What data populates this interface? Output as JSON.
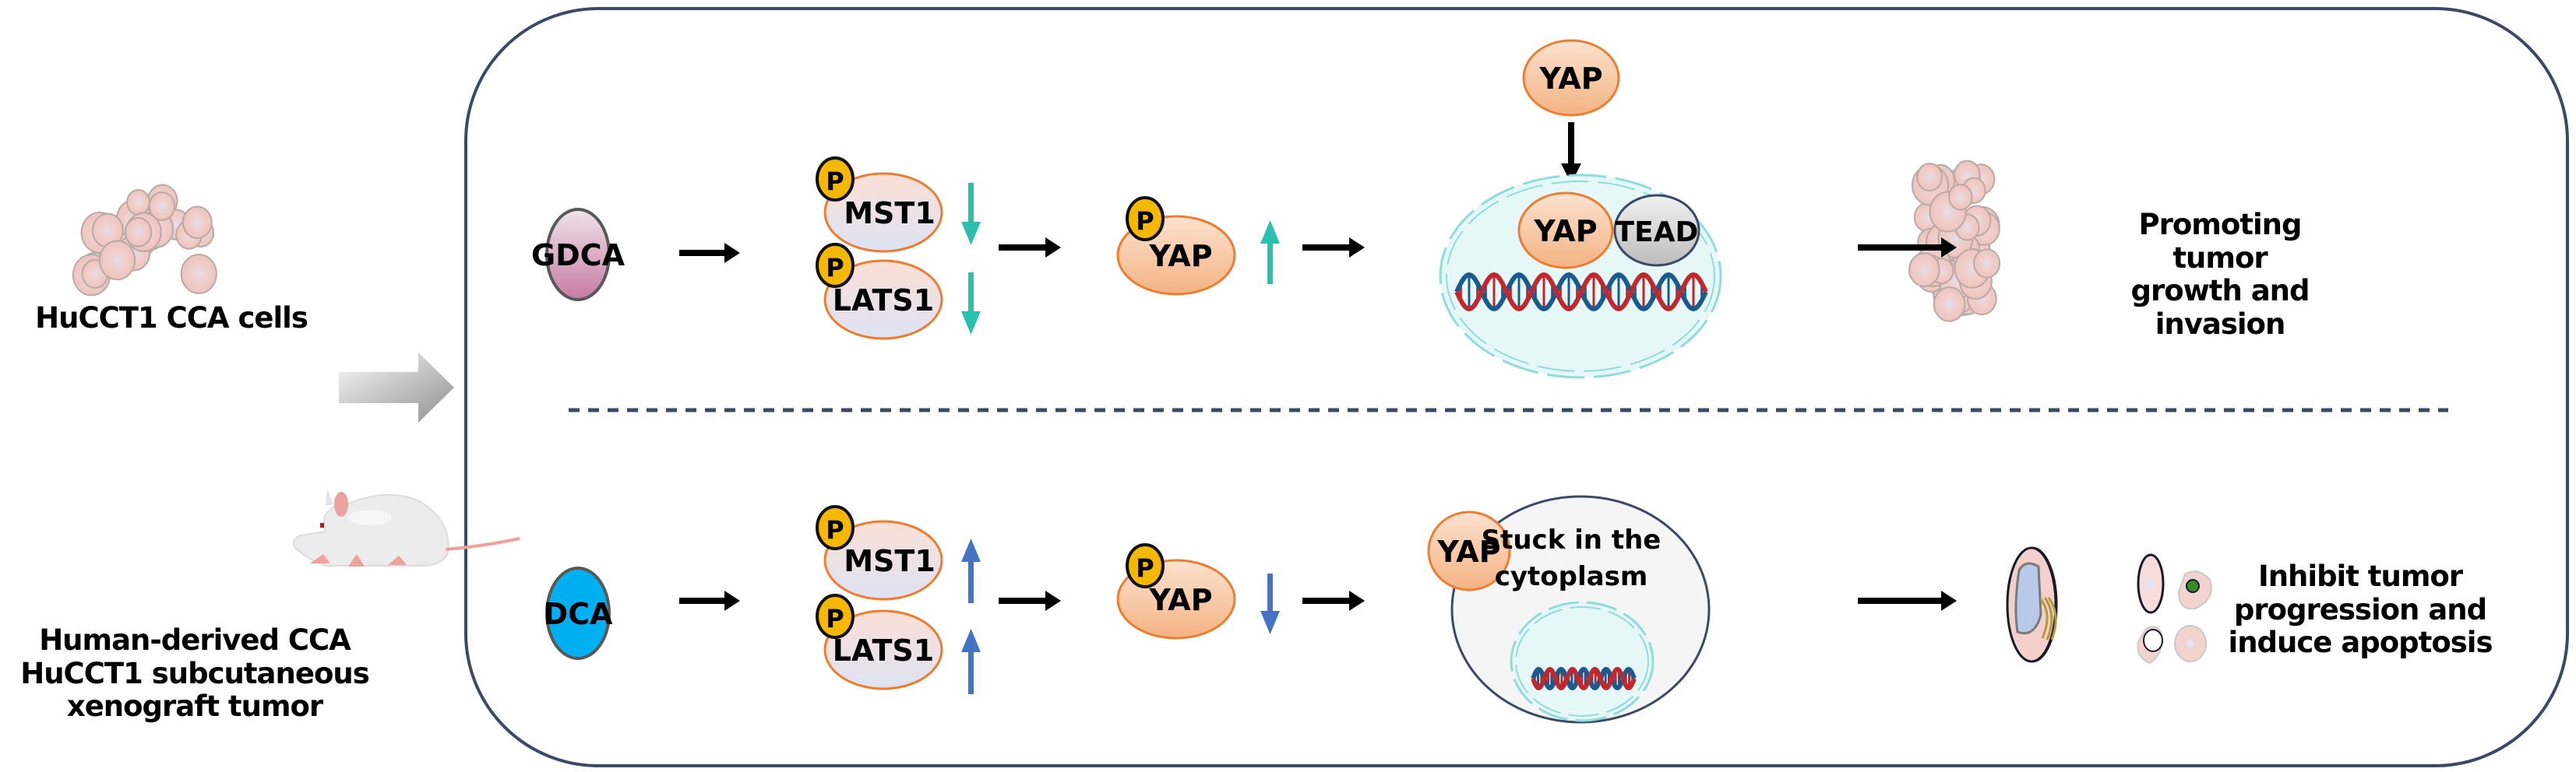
{
  "left_panel": {
    "cells_label": "HuCCT1 CCA cells",
    "mouse_label_lines": [
      "Human-derived CCA",
      "HuCCT1 subcutaneous",
      "xenograft tumor"
    ]
  },
  "top_pathway": {
    "treatment": "GDCA",
    "treatment_color": "#c97fa6",
    "phospho_badge": "P",
    "kinase_1": "MST1",
    "kinase_2": "LATS1",
    "kinase_trend": "down",
    "yap_phospho": "YAP",
    "yap_trend": "up",
    "trend_color": "#2bbfb0",
    "free_yap": "YAP",
    "nucleus_yap": "YAP",
    "nucleus_partner": "TEAD",
    "outcome_lines": [
      "Promoting tumor",
      "growth and",
      "invasion"
    ]
  },
  "bottom_pathway": {
    "treatment": "DCA",
    "treatment_color": "#00b0f0",
    "phospho_badge": "P",
    "kinase_1": "MST1",
    "kinase_2": "LATS1",
    "kinase_trend": "up",
    "yap_phospho": "YAP",
    "yap_trend": "down",
    "trend_color": "#4472c4",
    "cytoplasm_yap": "YAP",
    "cytoplasm_note_lines": [
      "Stuck in the",
      "cytoplasm"
    ],
    "outcome_lines": [
      "Inhibit tumor",
      "progression and",
      "induce apoptosis"
    ]
  },
  "colors": {
    "frame": "#3a4a66",
    "protein_fill": "#f9cfae",
    "protein_stroke": "#ed7d31",
    "phospho_fill": "#f5b800",
    "nucleus_fill": "#e6f7f7",
    "nucleus_stroke": "#8fdcdc",
    "dna_red": "#c0282d",
    "dna_blue": "#1b5a8f"
  }
}
